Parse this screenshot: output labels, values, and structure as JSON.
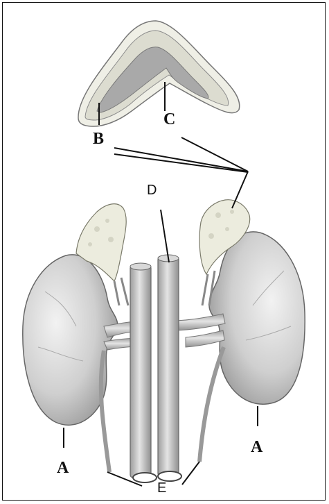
{
  "labels": {
    "a_left": "A",
    "a_right": "A",
    "b": "B",
    "c": "C",
    "d": "D",
    "e": "E"
  },
  "colors": {
    "kidney": "#c9c9c9",
    "vessel": "#b8b8b8",
    "adrenal": "#e2e2d4",
    "outline": "#555555",
    "leader": "#111111"
  }
}
